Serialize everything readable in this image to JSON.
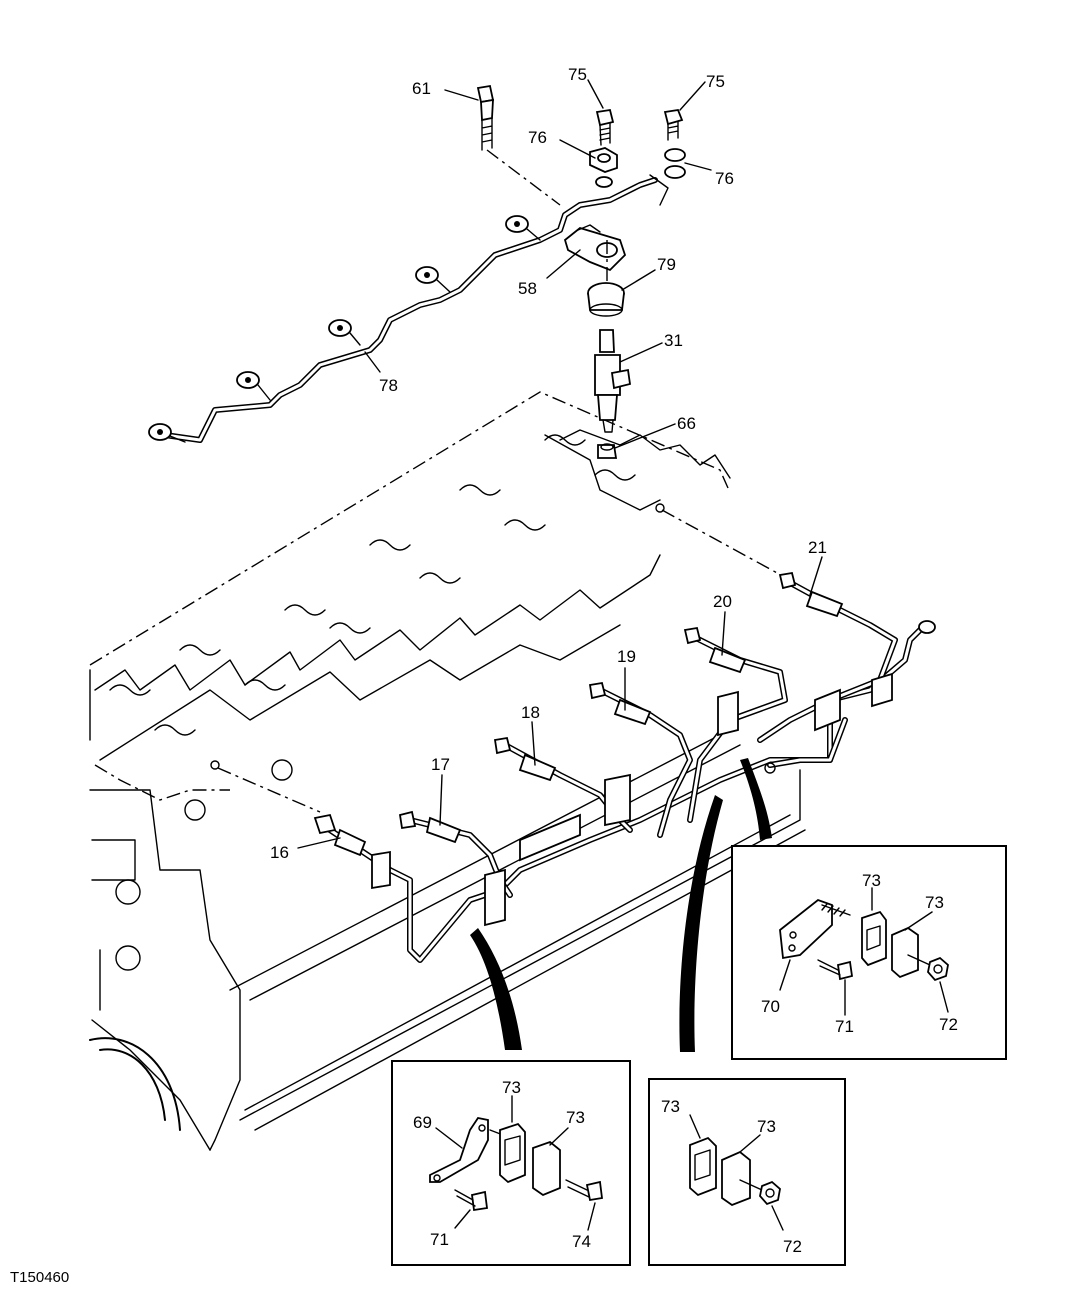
{
  "figure_id": "T150460",
  "callouts": {
    "c61": "61",
    "c75a": "75",
    "c75b": "75",
    "c76a": "76",
    "c76b": "76",
    "c58": "58",
    "c79": "79",
    "c31": "31",
    "c78": "78",
    "c66": "66",
    "c21": "21",
    "c20": "20",
    "c19": "19",
    "c18": "18",
    "c17": "17",
    "c16": "16"
  },
  "detail_right": {
    "c73a": "73",
    "c73b": "73",
    "c70": "70",
    "c71": "71",
    "c72": "72"
  },
  "detail_left": {
    "c69": "69",
    "c73a": "73",
    "c73b": "73",
    "c71": "71",
    "c74": "74"
  },
  "detail_mid": {
    "c73a": "73",
    "c73b": "73",
    "c72": "72"
  }
}
